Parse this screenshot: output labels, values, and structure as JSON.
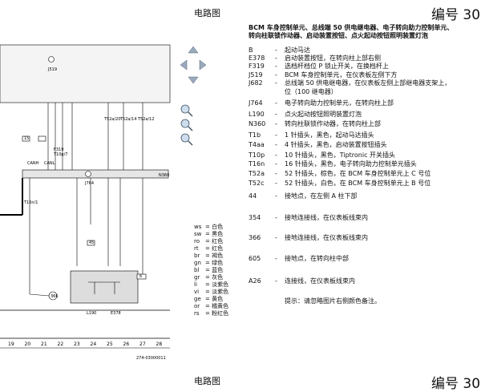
{
  "header": {
    "title": "电路图",
    "number": "编号 30"
  },
  "description_title": {
    "line1": "BCM 车身控制单元、总线端 50 供电继电器、电子转向助力控制单元、",
    "line2": "转向柱联锁作动器、启动装置按钮、点火起动按钮照明装置灯泡"
  },
  "legend": [
    {
      "code": "B",
      "text": "起动马达"
    },
    {
      "code": "E378",
      "text": "启动装置按钮，在转向柱上部右侧"
    },
    {
      "code": "F319",
      "text": "选档杆档位 P 锁止开关，在换档杆上"
    },
    {
      "code": "J519",
      "text": "BCM 车身控制单元，在仪表板左侧下方"
    },
    {
      "code": "J682",
      "text": "总线端 50 供电继电器，在仪表板左侧上部继电器支架上，"
    },
    {
      "code": "",
      "text": "位（100 继电器）"
    },
    {
      "code": "J764",
      "text": "电子转向助力控制单元，在转向柱上部"
    },
    {
      "code": "L190",
      "text": "点火起动按钮照明装置灯泡"
    },
    {
      "code": "N360",
      "text": "转向柱联锁作动器，在转向柱上部"
    },
    {
      "code": "T1b",
      "text": "1 针插头，黑色，起动马达插头"
    },
    {
      "code": "T4aa",
      "text": "4 针插头，黑色，启动装置按钮插头"
    },
    {
      "code": "T10p",
      "text": "10 针插头，黑色，Tiptronic 开关插头"
    },
    {
      "code": "T16n",
      "text": "16 针插头，黑色，电子转向助力控制单元插头"
    },
    {
      "code": "T52a",
      "text": "52 针插头，棕色，在 BCM 车身控制单元上 C 号位"
    },
    {
      "code": "T52c",
      "text": "52 针插头，白色，在 BCM 车身控制单元上 B 号位"
    },
    {
      "code": "44",
      "text": "接地点，在左侧 A 柱下部"
    },
    {
      "code": "354",
      "text": "接地连接线，在仪表板线束内"
    },
    {
      "code": "366",
      "text": "接地连接线，在仪表板线束内"
    },
    {
      "code": "605",
      "text": "接地点，在转向柱中部"
    },
    {
      "code": "A26",
      "text": "连接线，在仪表板线束内"
    },
    {
      "code": "",
      "text": "提示：请忽略图片右侧颜色备注。"
    }
  ],
  "colors": [
    {
      "code": "ws",
      "name": "白色"
    },
    {
      "code": "sw",
      "name": "黑色"
    },
    {
      "code": "ro",
      "name": "红色"
    },
    {
      "code": "rt",
      "name": "红色"
    },
    {
      "code": "br",
      "name": "褐色"
    },
    {
      "code": "gn",
      "name": "绿色"
    },
    {
      "code": "bl",
      "name": "蓝色"
    },
    {
      "code": "gr",
      "name": "灰色"
    },
    {
      "code": "li",
      "name": "淡紫色"
    },
    {
      "code": "vi",
      "name": "淡紫色"
    },
    {
      "code": "ge",
      "name": "黄色"
    },
    {
      "code": "or",
      "name": "橘黄色"
    },
    {
      "code": "rs",
      "name": "粉红色"
    }
  ],
  "diagram": {
    "j519_label": "J519",
    "j764_label": "J764",
    "n360_label": "N360",
    "f319_label": "F319",
    "f319_sub": "T10p/7",
    "l190_label": "L190",
    "e378_label": "E378",
    "terminal_15": "15",
    "ground_label": "366",
    "box45": "45",
    "box6": "6",
    "canh": "CANH",
    "canl": "CANL",
    "wire_a": "T16n/1",
    "wire_b": "T52a/20",
    "wire_c": "T52a/14",
    "wire_d": "T52a/12",
    "footer_code": "274-03000011",
    "column_numbers": [
      "19",
      "20",
      "21",
      "22",
      "23",
      "24",
      "25",
      "26",
      "27",
      "28"
    ]
  },
  "footer": {
    "title": "电路图",
    "number": "编号 30"
  }
}
